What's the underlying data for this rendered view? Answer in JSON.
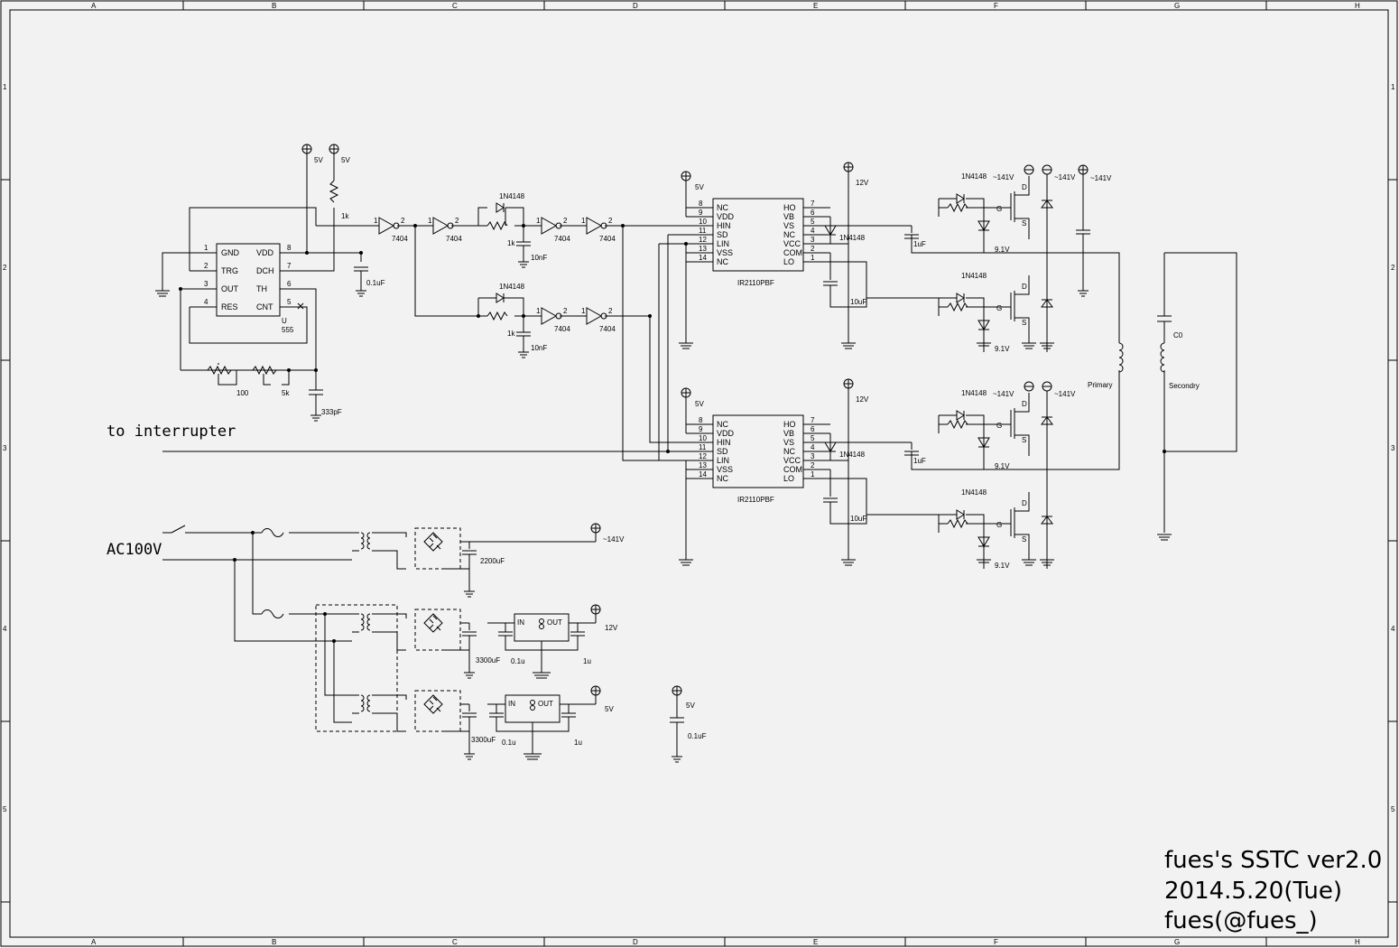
{
  "sheet": {
    "border_columns": [
      "A",
      "B",
      "C",
      "D",
      "E",
      "F",
      "G",
      "H"
    ],
    "border_rows": [
      "1",
      "2",
      "3",
      "4",
      "5"
    ]
  },
  "title_block": {
    "line1": "fues's SSTC ver2.0",
    "line2": "2014.5.20(Tue)",
    "line3": "fues(@fues_)"
  },
  "labels": {
    "to_interrupter": "to interrupter",
    "ac100v": "AC100V",
    "v5": "5V",
    "v12": "12V",
    "v141": "~141V",
    "v91": "9.1V",
    "primary": "Primary",
    "secondary": "Secondry",
    "c0": "C0",
    "g": "G",
    "d": "D",
    "s": "S",
    "in": "IN",
    "out": "OUT"
  },
  "ic555": {
    "pins_left": [
      [
        "1",
        "GND"
      ],
      [
        "2",
        "TRG"
      ],
      [
        "3",
        "OUT"
      ],
      [
        "4",
        "RES"
      ]
    ],
    "pins_right": [
      [
        "8",
        "VDD"
      ],
      [
        "7",
        "DCH"
      ],
      [
        "6",
        "TH"
      ],
      [
        "5",
        "CNT"
      ]
    ],
    "ref": "U",
    "part": "555"
  },
  "ir2110": {
    "part": "IR2110PBF",
    "pins_left": [
      [
        "8",
        "NC"
      ],
      [
        "9",
        "VDD"
      ],
      [
        "10",
        "HIN"
      ],
      [
        "11",
        "SD"
      ],
      [
        "12",
        "LIN"
      ],
      [
        "13",
        "VSS"
      ],
      [
        "14",
        "NC"
      ]
    ],
    "pins_right": [
      [
        "7",
        "HO"
      ],
      [
        "6",
        "VB"
      ],
      [
        "5",
        "VS"
      ],
      [
        "4",
        "NC"
      ],
      [
        "3",
        "VCC"
      ],
      [
        "2",
        "COM"
      ],
      [
        "1",
        "LO"
      ]
    ]
  },
  "components": {
    "inv": "7404",
    "diode": "1N4148",
    "r1k": "1k",
    "c10n": "10nF",
    "c01uF": "0.1uF",
    "c1uF": "1uF",
    "c10uF": "10uF",
    "c333p": "333pF",
    "pot100": "100",
    "pot5k": "5k",
    "c2200": "2200uF",
    "c3300": "3300uF",
    "c01u": "0.1u",
    "c1u": "1u",
    "pin1": "1",
    "pin2": "2"
  }
}
